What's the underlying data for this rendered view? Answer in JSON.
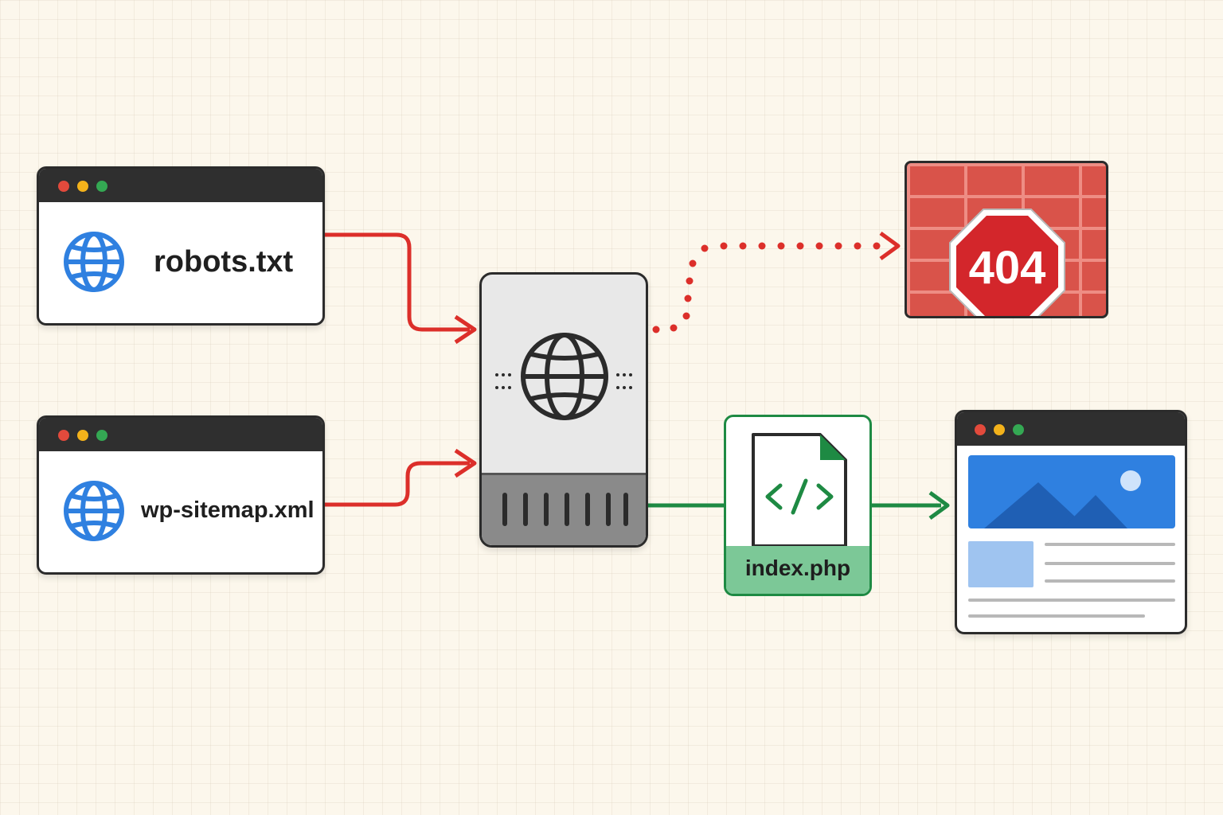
{
  "nodes": {
    "robots": {
      "label": "robots.txt",
      "icon": "globe-icon"
    },
    "sitemap": {
      "label": "wp-sitemap.xml",
      "icon": "globe-icon"
    },
    "server": {
      "icon": "globe-icon"
    },
    "php": {
      "label": "index.php",
      "icon": "code-file-icon"
    },
    "blocked": {
      "label": "404",
      "icon": "stop-sign-icon"
    },
    "webpage": {
      "icon": "image-icon"
    }
  },
  "colors": {
    "red": "#dc2f2a",
    "green": "#1e8a43",
    "blue": "#2f80e0",
    "dark": "#2b2b2b"
  }
}
